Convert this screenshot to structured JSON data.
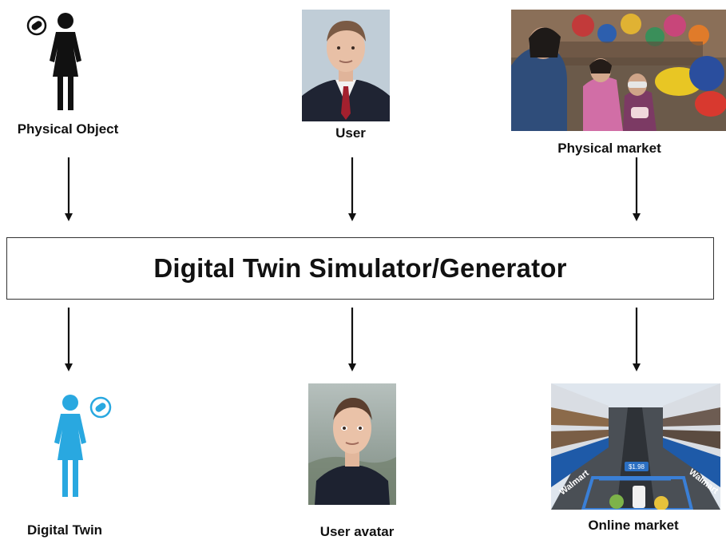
{
  "top_row": {
    "physical_object": {
      "label": "Physical Object",
      "icon": "woman-icon",
      "badge_icon": "pill-icon",
      "color": "#111111"
    },
    "user": {
      "label": "User",
      "image": "man-in-suit-photo"
    },
    "physical_market": {
      "label": "Physical market",
      "image": "street-market-photo"
    }
  },
  "center": {
    "title": "Digital Twin Simulator/Generator"
  },
  "bottom_row": {
    "digital_twin": {
      "label": "Digital Twin",
      "icon": "woman-icon",
      "badge_icon": "pill-icon",
      "color": "#29a8e0"
    },
    "user_avatar": {
      "label": "User avatar",
      "image": "3d-avatar-render"
    },
    "online_market": {
      "label": "Online market",
      "image": "virtual-supermarket-render",
      "shelf_text": "Walmart",
      "price_tag": "$1.98"
    }
  }
}
